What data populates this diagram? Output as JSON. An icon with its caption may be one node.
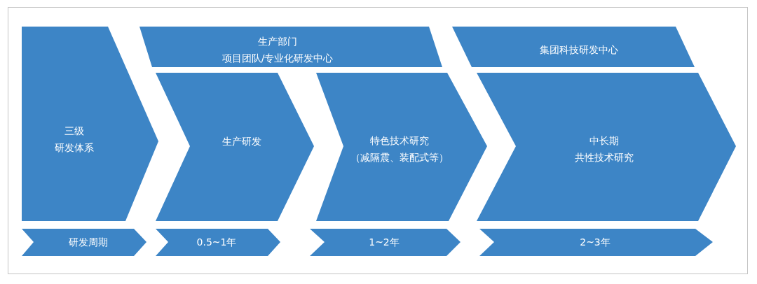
{
  "diagram": {
    "nodes": [
      {
        "text": [
          "三级",
          "研发体系"
        ]
      },
      {
        "text": [
          "生产部门",
          "项目团队/专业化研发中心"
        ]
      },
      {
        "text": [
          "集团科技研发中心"
        ]
      },
      {
        "text": [
          "生产研发"
        ]
      },
      {
        "text": [
          "特色技术研究",
          "（减隔震、装配式等）"
        ]
      },
      {
        "text": [
          "中长期",
          "共性技术研究"
        ]
      },
      {
        "text": [
          "研发周期"
        ]
      },
      {
        "text": [
          "0.5~1年"
        ]
      },
      {
        "text": [
          "1~2年"
        ]
      },
      {
        "text": [
          "2~3年"
        ]
      }
    ]
  }
}
